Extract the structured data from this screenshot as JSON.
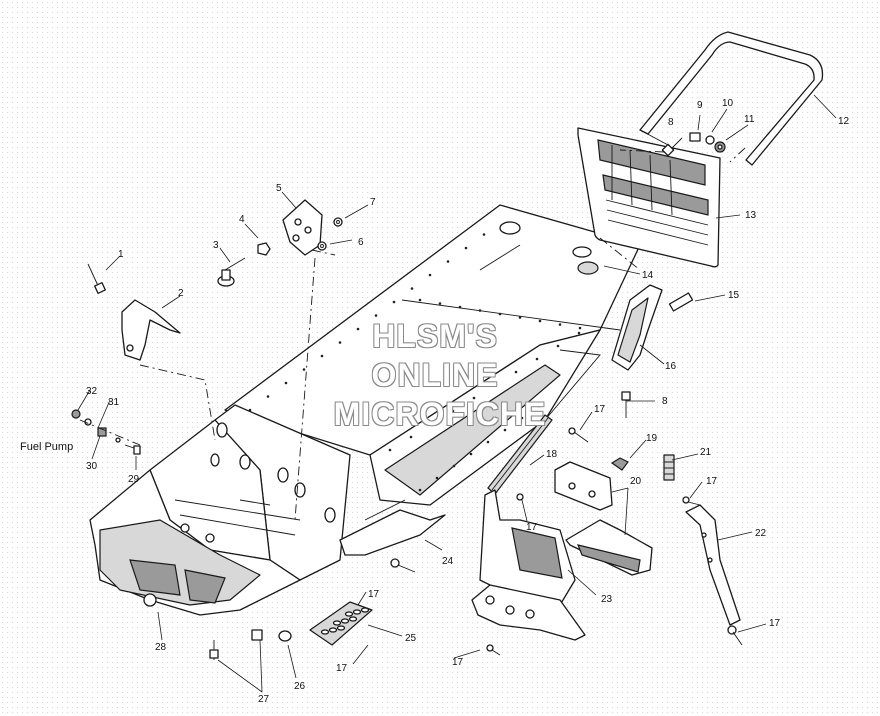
{
  "watermark": {
    "line1": "HLSM'S",
    "line2": "ONLINE",
    "line3": "MICROFICHE"
  },
  "side_label": "Fuel Pump",
  "callouts": {
    "c1": "1",
    "c2": "2",
    "c3": "3",
    "c4": "4",
    "c5": "5",
    "c6": "6",
    "c7": "7",
    "c8a": "8",
    "c8b": "8",
    "c9": "9",
    "c10": "10",
    "c11": "11",
    "c12": "12",
    "c13": "13",
    "c14": "14",
    "c15": "15",
    "c16": "16",
    "c17a": "17",
    "c17b": "17",
    "c17c": "17",
    "c17d": "17",
    "c17e": "17",
    "c17f": "17",
    "c17g": "17",
    "c18": "18",
    "c19": "19",
    "c20": "20",
    "c21": "21",
    "c22": "22",
    "c23": "23",
    "c24": "24",
    "c25": "25",
    "c26": "26",
    "c27": "27",
    "c28": "28",
    "c29": "29",
    "c30": "30",
    "c31": "31",
    "c32": "32"
  }
}
